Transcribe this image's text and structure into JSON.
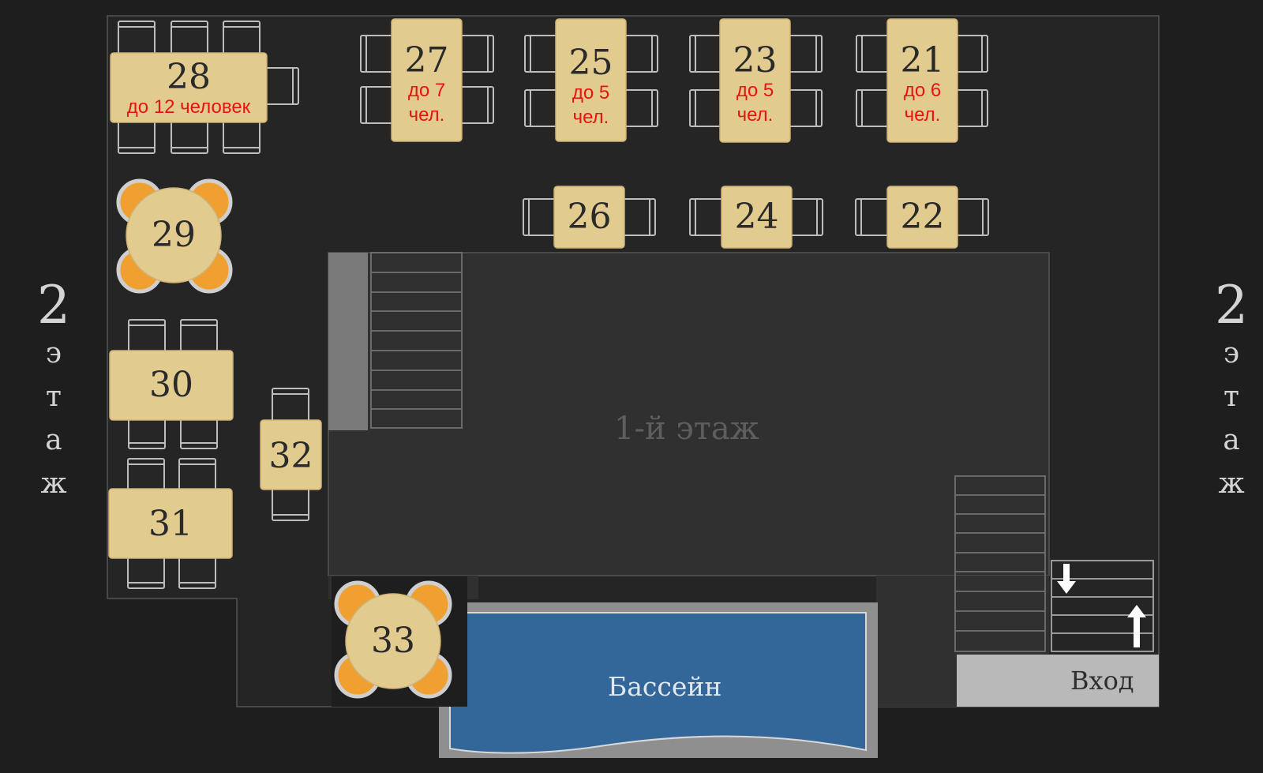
{
  "floor_plan": {
    "center_label": "1-й этаж",
    "side_label_left": {
      "number": "2",
      "letters": [
        "э",
        "т",
        "а",
        "ж"
      ]
    },
    "side_label_right": {
      "number": "2",
      "letters": [
        "э",
        "т",
        "а",
        "ж"
      ]
    },
    "pool_label": "Бассейн",
    "entrance_label": "Вход",
    "colors": {
      "background": "#1e1e1e",
      "floor": "#252525",
      "void": "#303030",
      "table": "#e2cb8f",
      "capacity_text": "#e8140f",
      "pool": "#336699",
      "entrance": "#b9b9b9"
    },
    "tables": [
      {
        "id": "28",
        "capacity": "до 12 человек"
      },
      {
        "id": "27",
        "capacity": [
          "до 7",
          "чел."
        ]
      },
      {
        "id": "25",
        "capacity": [
          "до 5",
          "чел."
        ]
      },
      {
        "id": "23",
        "capacity": [
          "до 5",
          "чел."
        ]
      },
      {
        "id": "21",
        "capacity": [
          "до 6",
          "чел."
        ]
      },
      {
        "id": "26"
      },
      {
        "id": "24"
      },
      {
        "id": "22"
      },
      {
        "id": "29"
      },
      {
        "id": "30"
      },
      {
        "id": "31"
      },
      {
        "id": "32"
      },
      {
        "id": "33"
      }
    ],
    "icons": [
      "stairs-down-arrow-icon",
      "stairs-up-arrow-icon"
    ]
  }
}
